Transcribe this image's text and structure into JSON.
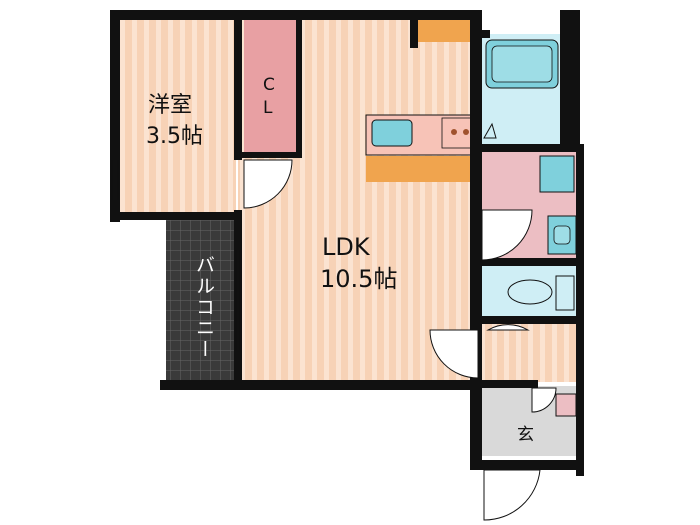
{
  "rooms": {
    "western_room": {
      "name": "洋室",
      "size": "3.5帖"
    },
    "closet": {
      "line1": "C",
      "line2": "L"
    },
    "ldk": {
      "name": "LDK",
      "size": "10.5帖"
    },
    "balcony": {
      "name": "バルコニー"
    },
    "entrance": {
      "name": "玄"
    }
  },
  "colors": {
    "wall": "#111111",
    "floor_wood": "#f7d2b6",
    "floor_stripe": "#fbe3d1",
    "closet": "#e8a0a3",
    "counter": "#f0a44e",
    "fixture": "#7fd0dc",
    "wet_area": "#cfeef5",
    "washroom": "#ecbec3",
    "balcony": "#3a3a3a",
    "entrance": "#d9d9d9"
  }
}
